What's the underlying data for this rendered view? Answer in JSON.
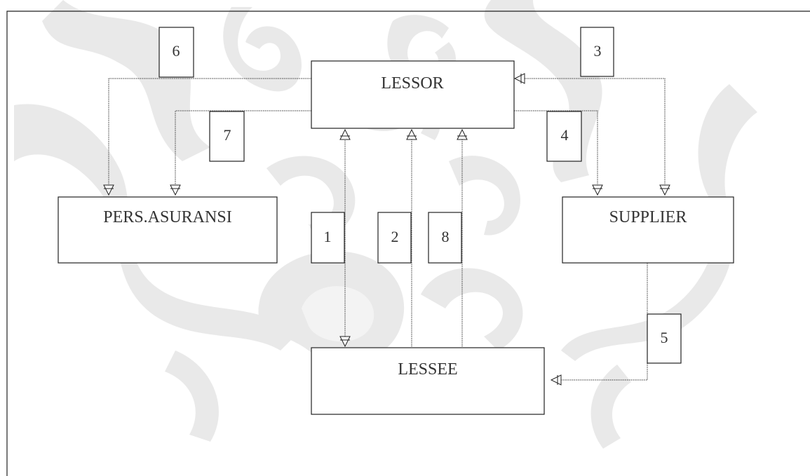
{
  "entities": {
    "lessor": "LESSOR",
    "insurance": "PERS.ASURANSI",
    "supplier": "SUPPLIER",
    "lessee": "LESSEE"
  },
  "flow_numbers": {
    "n6": "6",
    "n7": "7",
    "n3": "3",
    "n4": "4",
    "n1": "1",
    "n2": "2",
    "n8": "8",
    "n5": "5"
  }
}
